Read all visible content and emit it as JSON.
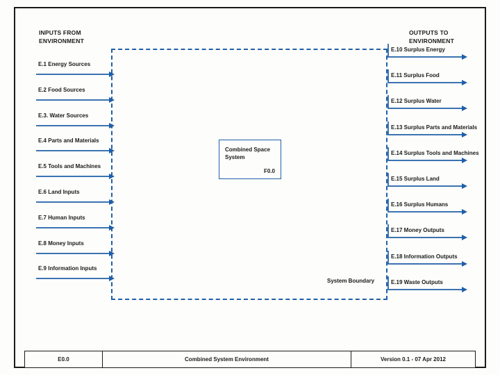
{
  "diagram": {
    "inputs_heading": "INPUTS FROM\nENVIRONMENT",
    "outputs_heading": "OUTPUTS TO\nENVIRONMENT",
    "system_boundary_label": "System Boundary",
    "process": {
      "name": "Combined Space System",
      "id": "F0.0"
    },
    "colors": {
      "flow_blue": "#1f5fa8",
      "frame_black": "#1a1a1a",
      "page_background": "#fdfdfb"
    },
    "inputs": [
      {
        "label": "E.1 Energy Sources"
      },
      {
        "label": "E.2 Food Sources"
      },
      {
        "label": "E.3. Water Sources"
      },
      {
        "label": "E.4 Parts and Materials"
      },
      {
        "label": "E.5 Tools and Machines"
      },
      {
        "label": "E.6 Land Inputs"
      },
      {
        "label": "E.7 Human Inputs"
      },
      {
        "label": "E.8 Money Inputs"
      },
      {
        "label": "E.9 Information Inputs"
      }
    ],
    "outputs": [
      {
        "label": "E.10 Surplus Energy"
      },
      {
        "label": "E.11 Surplus Food"
      },
      {
        "label": "E.12 Surplus Water"
      },
      {
        "label": "E.13 Surplus Parts and Materials"
      },
      {
        "label": "E.14 Surplus Tools and Machines"
      },
      {
        "label": "E.15 Surplus Land"
      },
      {
        "label": "E.16 Surplus Humans"
      },
      {
        "label": "E.17 Money Outputs"
      },
      {
        "label": "E.18 Information Outputs"
      },
      {
        "label": "E.19 Waste Outputs"
      }
    ],
    "title_block": {
      "id": "E0.0",
      "title": "Combined System Environment",
      "version": "Version 0.1 - 07 Apr 2012"
    }
  }
}
